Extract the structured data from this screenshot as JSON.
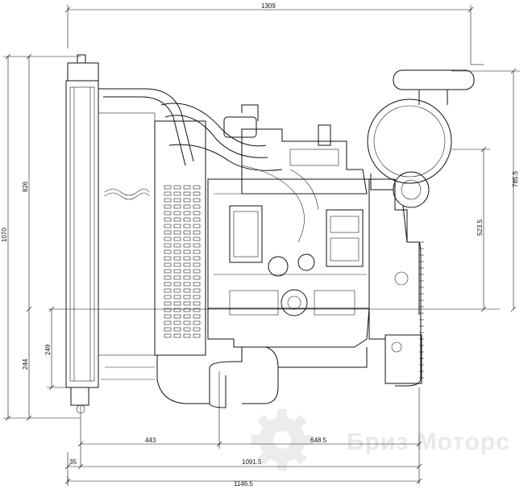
{
  "drawing": {
    "subject": "",
    "dimensions": {
      "overall_length": "1309",
      "total_height": "1070",
      "height_to_top": "826",
      "height_below_axis": "244",
      "height_below_axis_inner": "249",
      "upper_height_right": "785.5",
      "mid_height_right": "523.5",
      "base_left": "443",
      "base_right": "648.5",
      "offset_small": "35",
      "length_to_flywheel": "1091.5",
      "length_overall_bottom": "1146.5"
    }
  },
  "watermark": {
    "text": "Бриз Моторс",
    "color": "#e9e9e9"
  }
}
